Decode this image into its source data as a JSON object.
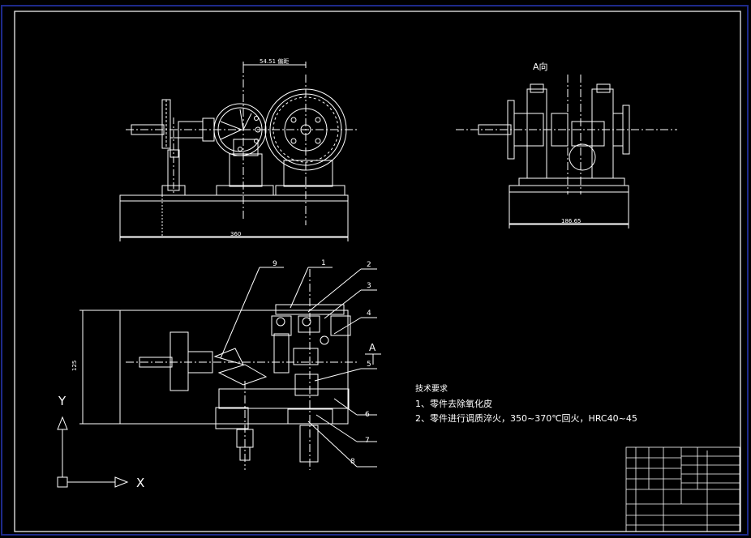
{
  "colors": {
    "background": "#000000",
    "frame_outer": "#1e2a8a",
    "frame_inner": "#ffffff",
    "line": "#ffffff",
    "centerline": "#ffffff",
    "hatch": "#c8c8c8"
  },
  "front_view": {
    "dim_top": "54.51 偏距",
    "dim_bottom": "360"
  },
  "side_view": {
    "label": "A向",
    "dim_bottom": "186.65"
  },
  "plan_view": {
    "dim_left": "125",
    "view_arrow_label": "A",
    "callouts": [
      "1",
      "2",
      "3",
      "4",
      "5",
      "6",
      "7",
      "8",
      "9"
    ]
  },
  "axes": {
    "y": "Y",
    "x": "X"
  },
  "tech_notes": {
    "title": "技术要求",
    "items": [
      "1、零件去除氧化皮",
      "2、零件进行调质淬火，350~370℃回火，HRC40~45"
    ]
  },
  "title_block": {
    "cells": [
      "",
      "",
      "",
      "",
      "",
      "",
      ""
    ]
  }
}
